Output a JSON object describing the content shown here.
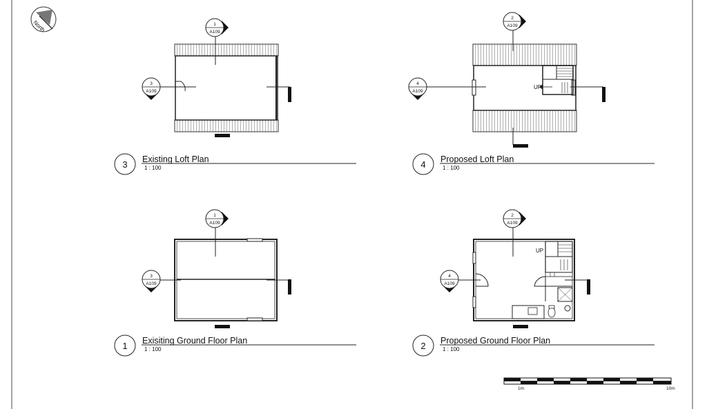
{
  "north_label": "North",
  "views": [
    {
      "number": "3",
      "title": "Existing Loft Plan",
      "scale": "1 : 100",
      "section_top": {
        "num": "1",
        "sheet": "A109"
      },
      "section_left": {
        "num": "3",
        "sheet": "A109"
      }
    },
    {
      "number": "4",
      "title": "Proposed Loft Plan",
      "scale": "1 : 100",
      "section_top": {
        "num": "2",
        "sheet": "A109"
      },
      "section_left": {
        "num": "4",
        "sheet": "A109"
      },
      "up_label": "UP"
    },
    {
      "number": "1",
      "title": "Exisiting Ground Floor Plan",
      "scale": "1 : 100",
      "section_top": {
        "num": "1",
        "sheet": "A109"
      },
      "section_left": {
        "num": "3",
        "sheet": "A109"
      }
    },
    {
      "number": "2",
      "title": "Proposed Ground Floor Plan",
      "scale": "1 : 100",
      "section_top": {
        "num": "2",
        "sheet": "A109"
      },
      "section_left": {
        "num": "4",
        "sheet": "A109"
      },
      "up_label": "UP"
    }
  ],
  "scale_bar": {
    "start_label": "1m",
    "end_label": "10m"
  }
}
